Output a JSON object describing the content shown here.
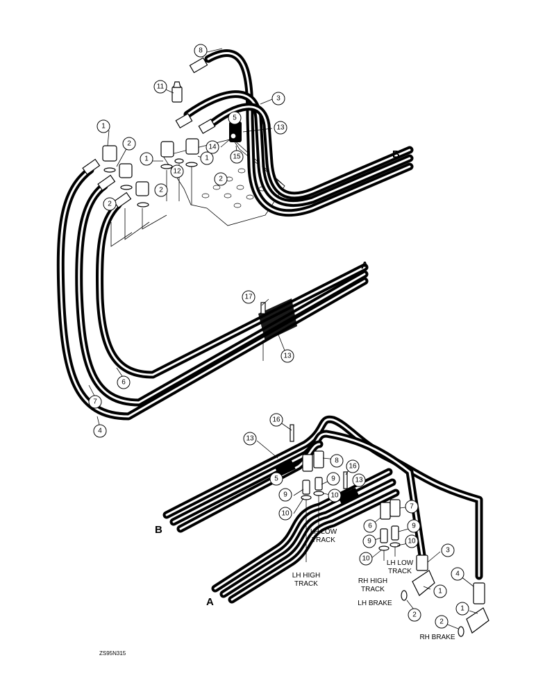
{
  "view_labels": {
    "a_top": "A",
    "b_top": "B",
    "a_bottom": "A",
    "b_bottom": "B"
  },
  "callouts": {
    "c1a": "1",
    "c1b": "1",
    "c1c": "1",
    "c1d": "1",
    "c1e": "1",
    "c2a": "2",
    "c2b": "2",
    "c2c": "2",
    "c2d": "2",
    "c2e": "2",
    "c2f": "2",
    "c3a": "3",
    "c3b": "3",
    "c4a": "4",
    "c4b": "4",
    "c5a": "5",
    "c5b": "5",
    "c6a": "6",
    "c6b": "6",
    "c7a": "7",
    "c7b": "7",
    "c8a": "8",
    "c8b": "8",
    "c9a": "9",
    "c9b": "9",
    "c9c": "9",
    "c9d": "9",
    "c10a": "10",
    "c10b": "10",
    "c10c": "10",
    "c10d": "10",
    "c11": "11",
    "c12": "12",
    "c13a": "13",
    "c13b": "13",
    "c13c": "13",
    "c13d": "13",
    "c14": "14",
    "c15": "15",
    "c16a": "16",
    "c16b": "16",
    "c17": "17"
  },
  "port_labels": {
    "lh_high_1": "LH HIGH",
    "lh_high_2": "TRACK",
    "lh_low_1": "LH LOW",
    "lh_low_2": "TRACK",
    "rh_high_1": "RH HIGH",
    "rh_high_2": "TRACK",
    "lh_low2_1": "LH LOW",
    "lh_low2_2": "TRACK",
    "lh_brake": "LH BRAKE",
    "rh_brake": "RH BRAKE"
  },
  "drawing_code": "ZS95N315"
}
